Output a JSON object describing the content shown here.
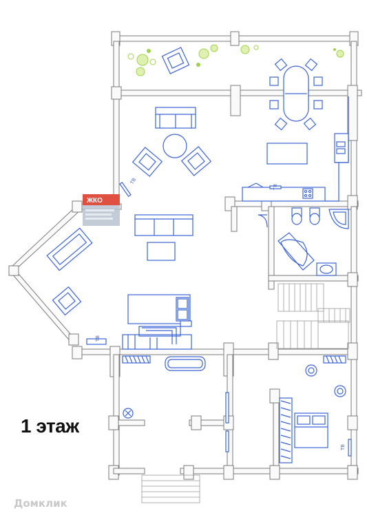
{
  "floor_label": "1 этаж",
  "watermark": "Домклик",
  "logo_text": "ЖКО",
  "tv_label": "ТВ",
  "colors": {
    "wall": "#7a7a7a",
    "furniture": "#3a63d6",
    "plants": "#9fd24a",
    "logo_red": "#e05040",
    "logo_gray": "#9aa7b8"
  }
}
